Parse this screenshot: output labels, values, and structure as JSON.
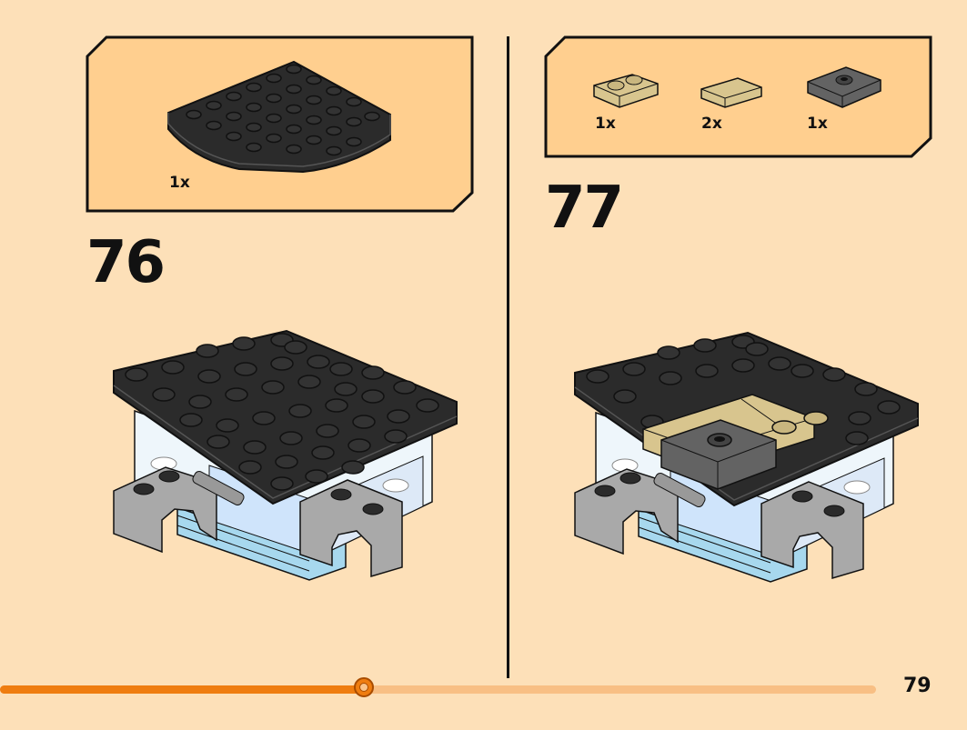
{
  "page": {
    "number": "79"
  },
  "progress": {
    "fraction": 0.415
  },
  "steps": [
    {
      "number": "76",
      "parts": [
        {
          "qty": "1x",
          "part": "black-corner-plate-icon"
        }
      ]
    },
    {
      "number": "77",
      "parts": [
        {
          "qty": "1x",
          "part": "tan-plate-1x2-icon"
        },
        {
          "qty": "2x",
          "part": "tan-tile-1x2-icon"
        },
        {
          "qty": "1x",
          "part": "dark-gray-jumper-plate-icon"
        }
      ]
    }
  ],
  "colors": {
    "background": "#fde0b8",
    "callout": "#ffcf8f",
    "accent": "#ef7d10",
    "black_brick": "#2b2b2b",
    "tan_brick": "#d8c58e",
    "gray_brick": "#a9a9a9",
    "ice_brick": "#bfe2f2"
  }
}
